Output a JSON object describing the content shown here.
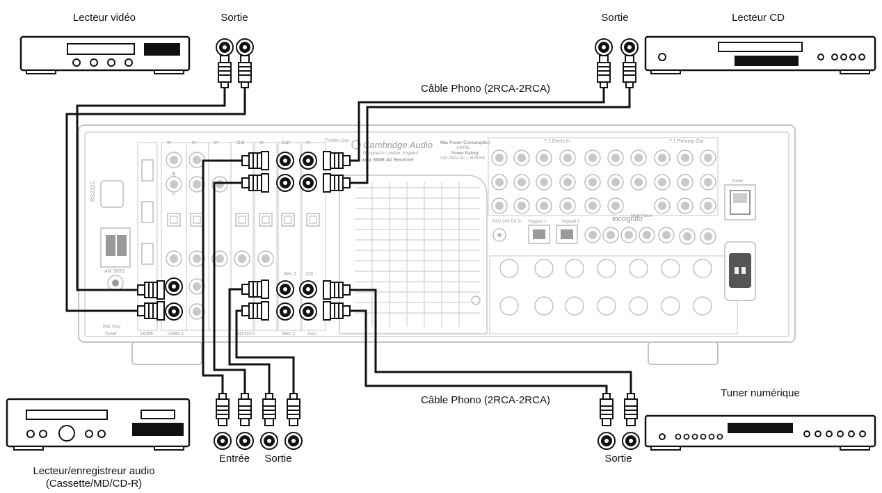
{
  "labels": {
    "video_player": "Lecteur vidéo",
    "cd_player": "Lecteur CD",
    "digital_tuner": "Tuner numérique",
    "audio_recorder_line1": "Lecteur/enregistreur audio",
    "audio_recorder_line2": "(Cassette/MD/CD-R)",
    "output_top_left": "Sortie",
    "output_top_right": "Sortie",
    "output_bottom_right": "Sortie",
    "input_bottom": "Entrée",
    "output_bottom": "Sortie",
    "cable_top": "Câble Phono (2RCA-2RCA)",
    "cable_bottom": "Câble Phono (2RCA-2RCA)"
  },
  "receiver": {
    "brand": "Cambridge Audio",
    "tagline": "Designed in London, England",
    "model": "azur 650R AV Receiver",
    "power_title": "Max Power Consumption",
    "power_value": "1400W",
    "rating_title": "Power Rating:",
    "rating_value": "220-230V AC ~ 50/60Hz",
    "incognito": "incognito",
    "power_label": "Power",
    "section_labels": {
      "in": "In",
      "out": "Out",
      "tv_mon_out": "TV/Mon Out",
      "video1": "Video 1",
      "rec2": "Rec 2",
      "cd": "CD",
      "aux": "Aux",
      "bd_dvd": "BD/DVD",
      "tuner": "Tuner",
      "hdmi": "HDMI",
      "rs232": "RS232C",
      "am": "AM 300Ω",
      "fm": "FM 75Ω",
      "composite": "Composite",
      "direct_in": "7.1 Direct In",
      "preamp_out": "7.1 Preamp Out",
      "keypad1": "Keypad 1",
      "keypad2": "Keypad 2",
      "multi_room": "Multi Room",
      "psu": "PSU 24V DC In"
    }
  }
}
